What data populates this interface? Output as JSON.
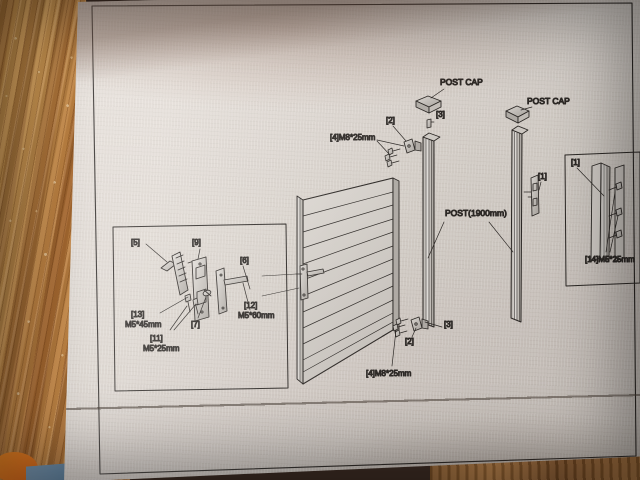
{
  "document": {
    "type": "assembly-instruction-drawing",
    "medium": "photograph of printed paper sheet"
  },
  "labels": {
    "post_cap_left": "POST CAP",
    "post_cap_right": "POST CAP",
    "post_length": "POST(1900mm)",
    "bolt_top": "[4]M8*25mm",
    "bolt_bottom": "[4]M8*25mm",
    "bracket_top": "[2]",
    "cap_screw_top": "[3]",
    "bracket_bottom": "[2]",
    "cap_screw_bottom": "[3]",
    "post_bracket_mid": "[1]",
    "post_bracket_right": "[1]",
    "wall_screw_right": "[14]M5*25mm"
  },
  "hardware_box": {
    "items": [
      {
        "ref": "[5]",
        "spec": ""
      },
      {
        "ref": "[9]",
        "spec": ""
      },
      {
        "ref": "[6]",
        "spec": ""
      },
      {
        "ref": "[7]",
        "spec": ""
      },
      {
        "ref": "[13]",
        "spec": "M5*45mm"
      },
      {
        "ref": "[11]",
        "spec": "M5*25mm"
      },
      {
        "ref": "[12]",
        "spec": "M5*60mm"
      }
    ],
    "ref_5": "[5]",
    "ref_9": "[9]",
    "ref_6": "[6]",
    "ref_7": "[7]",
    "ref_13": "[13]",
    "spec_13": "M5*45mm",
    "ref_11": "[11]",
    "spec_11": "M5*25mm",
    "ref_12": "[12]",
    "spec_12": "M5*60mm"
  },
  "gate_panel": {
    "slat_count": 11,
    "description": "horizontal slat gate leaf with lock handle"
  },
  "colors": {
    "paper": "#ded7d0",
    "ink": "#2e2a27",
    "wood_left": "#c08a44",
    "floor": "#8a5a2b",
    "metal_fill": "#cfcac4"
  }
}
